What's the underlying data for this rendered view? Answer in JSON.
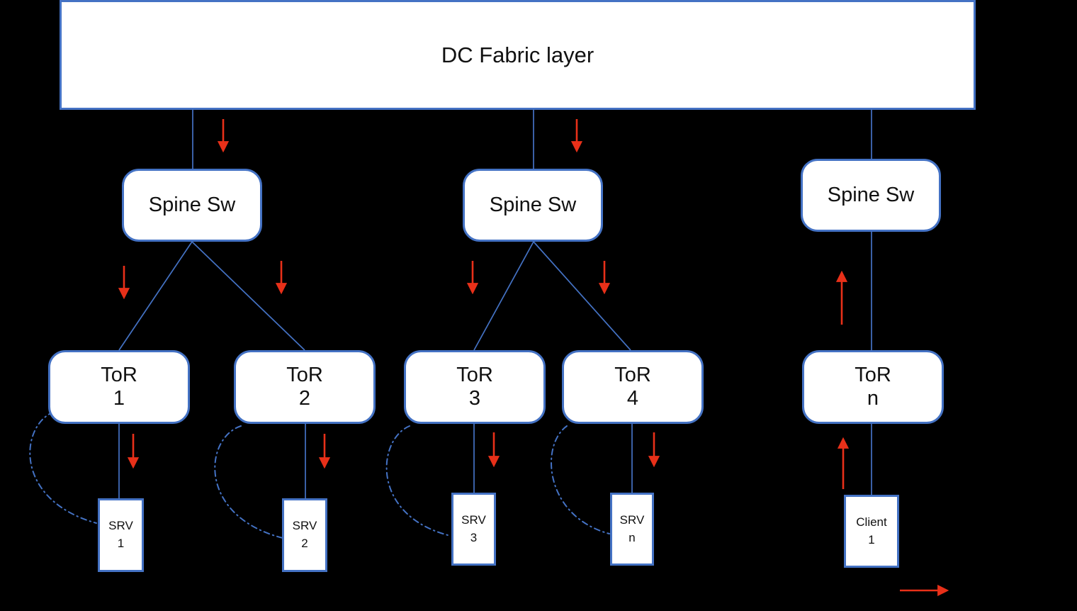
{
  "diagram": {
    "fabric": {
      "label": "DC Fabric layer"
    },
    "spines": [
      {
        "label": "Spine Sw"
      },
      {
        "label": "Spine Sw"
      },
      {
        "label": "Spine Sw"
      }
    ],
    "tors": [
      {
        "name": "ToR",
        "num": "1"
      },
      {
        "name": "ToR",
        "num": "2"
      },
      {
        "name": "ToR",
        "num": "3"
      },
      {
        "name": "ToR",
        "num": "4"
      },
      {
        "name": "ToR",
        "num": "n"
      }
    ],
    "endpoints": [
      {
        "name": "SRV",
        "num": "1"
      },
      {
        "name": "SRV",
        "num": "2"
      },
      {
        "name": "SRV",
        "num": "3"
      },
      {
        "name": "SRV",
        "num": "n"
      },
      {
        "name": "Client",
        "num": "1"
      }
    ]
  },
  "colors": {
    "background": "#000000",
    "box_fill": "#ffffff",
    "box_border_blue": "#4472c4",
    "connector_blue": "#4472c4",
    "arrow_red": "#e83019",
    "text": "#111111"
  }
}
